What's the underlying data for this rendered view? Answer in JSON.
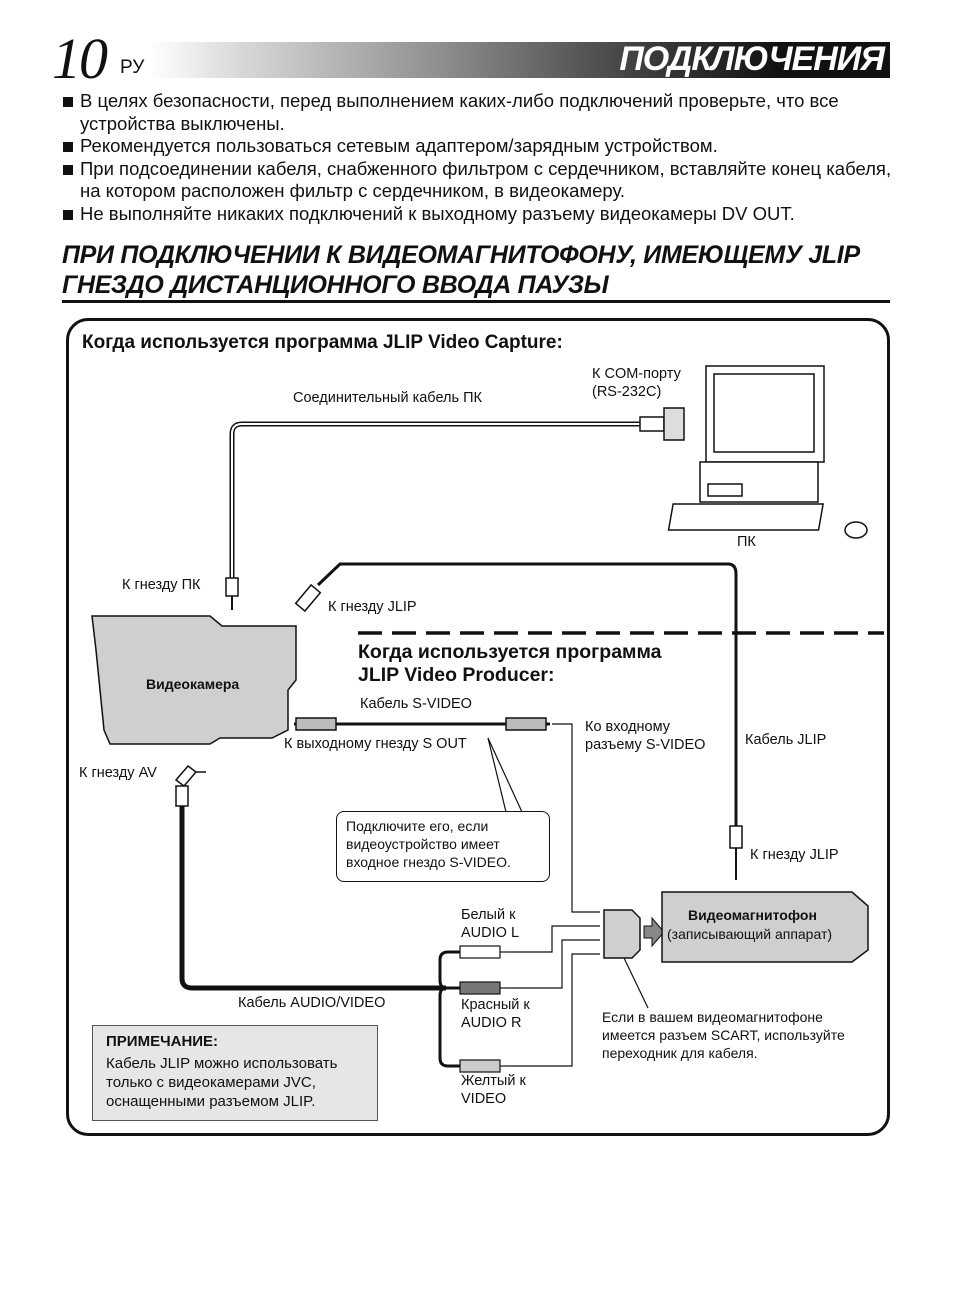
{
  "header": {
    "page_number": "10",
    "lang_code": "РУ",
    "title": "ПОДКЛЮЧЕНИЯ"
  },
  "bullets": [
    "В целях безопасности, перед выполнением каких-либо подключений проверьте, что все устройства выключены.",
    "Рекомендуется пользоваться сетевым адаптером/зарядным устройством.",
    "При подсоединении кабеля, снабженного фильтром с сердечником, вставляйте конец кабеля, на котором расположен фильтр с сердечником, в видеокамеру.",
    "Не выполняйте никаких подключений к выходному разъему видеокамеры DV OUT."
  ],
  "section_title": "ПРИ ПОДКЛЮЧЕНИИ К ВИДЕОМАГНИТОФОНУ, ИМЕЮЩЕМУ JLIP ГНЕЗДО ДИСТАНЦИОННОГО ВВОДА ПАУЗЫ",
  "diagram": {
    "capture_heading": "Когда используется программа JLIP Video Capture:",
    "producer_heading_line1": "Когда используется программа",
    "producer_heading_line2": "JLIP Video Producer:",
    "labels": {
      "com_port_line1": "К COM-порту",
      "com_port_line2": "(RS-232C)",
      "pc_cable": "Соединительный кабель ПК",
      "pc": "ПК",
      "to_pc_jack": "К гнезду ПК",
      "to_jlip_jack_cam": "К гнезду JLIP",
      "camcorder": "Видеокамера",
      "svideo_cable": "Кабель S-VIDEO",
      "to_s_out": "К выходному гнезду S OUT",
      "to_svideo_in_line1": "Ко входному",
      "to_svideo_in_line2": "разъему S-VIDEO",
      "jlip_cable": "Кабель JLIP",
      "to_av_jack": "К гнезду AV",
      "to_jlip_jack_vcr": "К гнезду JLIP",
      "white_line1": "Белый к",
      "white_line2": "AUDIO L",
      "red_line1": "Красный к",
      "red_line2": "AUDIO R",
      "yellow_line1": "Желтый к",
      "yellow_line2": "VIDEO",
      "av_cable": "Кабель AUDIO/VIDEO",
      "vcr_title": "Видеомагнитофон",
      "vcr_subtitle": "(записывающий аппарат)",
      "scart_note": "Если в вашем видеомагнитофоне имеется разъем SCART, используйте переходник для кабеля.",
      "callout": "Подключите его, если видеоустройство имеет входное гнездо S-VIDEO."
    },
    "note": {
      "title": "ПРИМЕЧАНИЕ:",
      "text": "Кабель JLIP можно использовать только с видеокамерами JVC, оснащенными разъемом JLIP."
    }
  }
}
